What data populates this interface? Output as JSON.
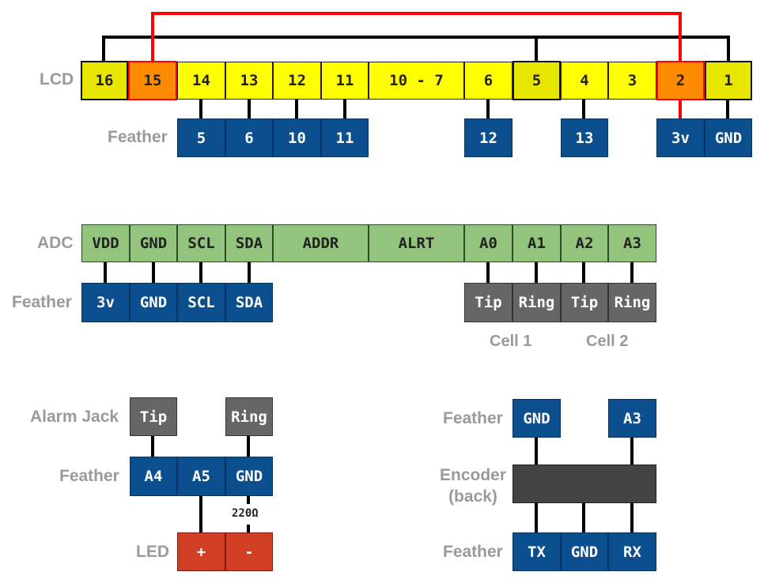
{
  "lcd": {
    "label": "LCD",
    "feather_label": "Feather",
    "pins": [
      "16",
      "15",
      "14",
      "13",
      "12",
      "11",
      "10 - 7",
      "6",
      "5",
      "4",
      "3",
      "2",
      "1"
    ],
    "feather_pins": [
      "5",
      "6",
      "10",
      "11",
      "12",
      "13",
      "3v",
      "GND"
    ]
  },
  "adc": {
    "label": "ADC",
    "feather_label": "Feather",
    "pins": [
      "VDD",
      "GND",
      "SCL",
      "SDA",
      "ADDR",
      "ALRT",
      "A0",
      "A1",
      "A2",
      "A3"
    ],
    "feather_pins": [
      "3v",
      "GND",
      "SCL",
      "SDA"
    ],
    "cell_pins": [
      "Tip",
      "Ring",
      "Tip",
      "Ring"
    ],
    "cell1": "Cell 1",
    "cell2": "Cell 2"
  },
  "alarm": {
    "jack_label": "Alarm Jack",
    "feather_label": "Feather",
    "led_label": "LED",
    "jack_pins": [
      "Tip",
      "Ring"
    ],
    "feather_pins": [
      "A4",
      "A5",
      "GND"
    ],
    "led_pins": [
      "+",
      "-"
    ],
    "resistor": "220Ω"
  },
  "encoder": {
    "feather_top_label": "Feather",
    "encoder_label_1": "Encoder",
    "encoder_label_2": "(back)",
    "feather_bottom_label": "Feather",
    "top_pins": [
      "GND",
      "A3"
    ],
    "bottom_pins": [
      "TX",
      "GND",
      "RX"
    ]
  },
  "colors": {
    "lcd_pin": "#ffff00",
    "lcd_highlight": "#e6e600",
    "lcd_power": "#ff8c00",
    "power_wire": "#ff0000",
    "adc_pin": "#93c47d",
    "feather_pin": "#0b4f8f",
    "jack_pin": "#666666",
    "led_pin": "#d14024",
    "encoder_body": "#444444"
  }
}
